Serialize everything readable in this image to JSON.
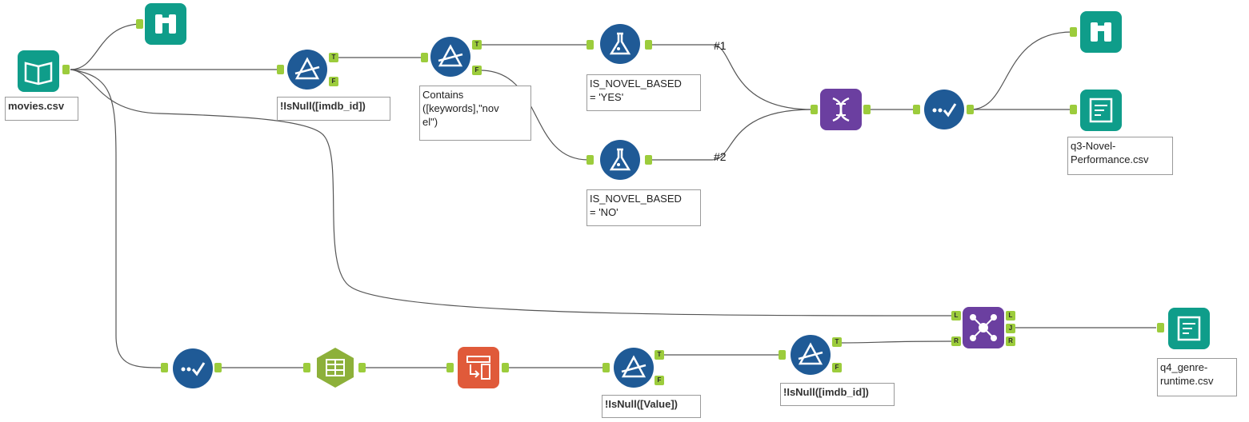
{
  "annotations": {
    "movies_csv": "movies.csv",
    "filter_imdb_top": "!IsNull([imdb_id])",
    "filter_keywords": "Contains\n([keywords],\"nov\nel\")",
    "formula_yes": "IS_NOVEL_BASED\n= 'YES'",
    "formula_no": "IS_NOVEL_BASED\n= 'NO'",
    "output_q3": "q3-Novel-\nPerformance.csv",
    "filter_value": "!IsNull([Value])",
    "filter_imdb_bottom": "!IsNull([imdb_id])",
    "output_q4": "q4_genre-\nruntime.csv"
  },
  "union_inputs": [
    "#1",
    "#2"
  ],
  "anchor_labels": {
    "true": "T",
    "false": "F",
    "left": "L",
    "join": "J",
    "right": "R"
  },
  "colors": {
    "io_teal": "#0f9d8a",
    "prep_navy": "#1f5a96",
    "join_purple": "#6b3fa0",
    "transform_olive": "#8db03a",
    "transpose_red": "#e05a3a",
    "anchor_green": "#9ccc3c",
    "connection": "#555555"
  },
  "icons": {
    "input": "book-open-icon",
    "browse": "binoculars-icon",
    "filter": "filter-triangle-icon",
    "formula": "flask-icon",
    "union": "dna-icon",
    "select": "checkmark-dots-icon",
    "output": "notepad-icon",
    "text_to_columns": "table-split-icon",
    "transpose": "transpose-icon",
    "join": "join-hub-icon"
  }
}
